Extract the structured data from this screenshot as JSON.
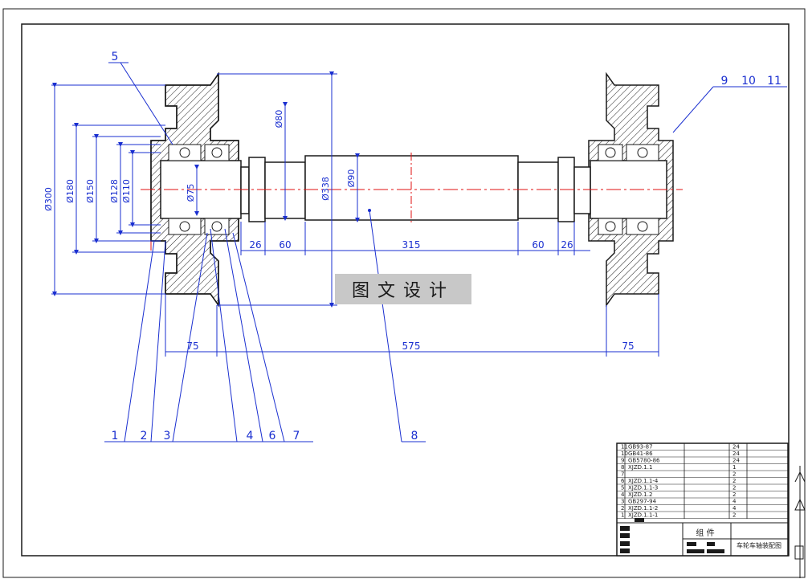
{
  "part_labels": [
    "1",
    "2",
    "3",
    "4",
    "6",
    "7",
    "8",
    "5",
    "9",
    "10",
    "11"
  ],
  "left_diameters": [
    "Ø300",
    "Ø180",
    "Ø150",
    "Ø128",
    "Ø110",
    "Ø75"
  ],
  "shaft_diameters": [
    "Ø80",
    "Ø338",
    "Ø90"
  ],
  "shaft_dims": [
    "26",
    "60",
    "315",
    "60",
    "26"
  ],
  "overall_dims": [
    "75",
    "575",
    "75"
  ],
  "watermark": "图文设计",
  "colors": {
    "line": "#1a1a1a",
    "dim": "#1a2fd0",
    "center": "#e01010",
    "hatch": "#1a1a1a",
    "watermark_bg": "#c8c8c8"
  },
  "title_block": {
    "rows": [
      {
        "no": "11",
        "code": "GB93-87",
        "qty": "24"
      },
      {
        "no": "10",
        "code": "GB41-86",
        "qty": "24"
      },
      {
        "no": "9",
        "code": "GB5780-86",
        "qty": "24"
      },
      {
        "no": "8",
        "code": "XJZD.1.1",
        "qty": "1"
      },
      {
        "no": "7",
        "code": "",
        "qty": "2"
      },
      {
        "no": "6",
        "code": "XJZD.1.1-4",
        "qty": "2"
      },
      {
        "no": "5",
        "code": "XJZD.1.1-3",
        "qty": "2"
      },
      {
        "no": "4",
        "code": "XJZD.1.2",
        "qty": "2"
      },
      {
        "no": "3",
        "code": "GB297-94",
        "qty": "4"
      },
      {
        "no": "2",
        "code": "XJZD.1.1-2",
        "qty": "4"
      },
      {
        "no": "1",
        "code": "XJZD.1.1-1",
        "qty": "2"
      }
    ],
    "assembly_label": "组 件",
    "drawing_name": "车轮车轴装配图"
  }
}
